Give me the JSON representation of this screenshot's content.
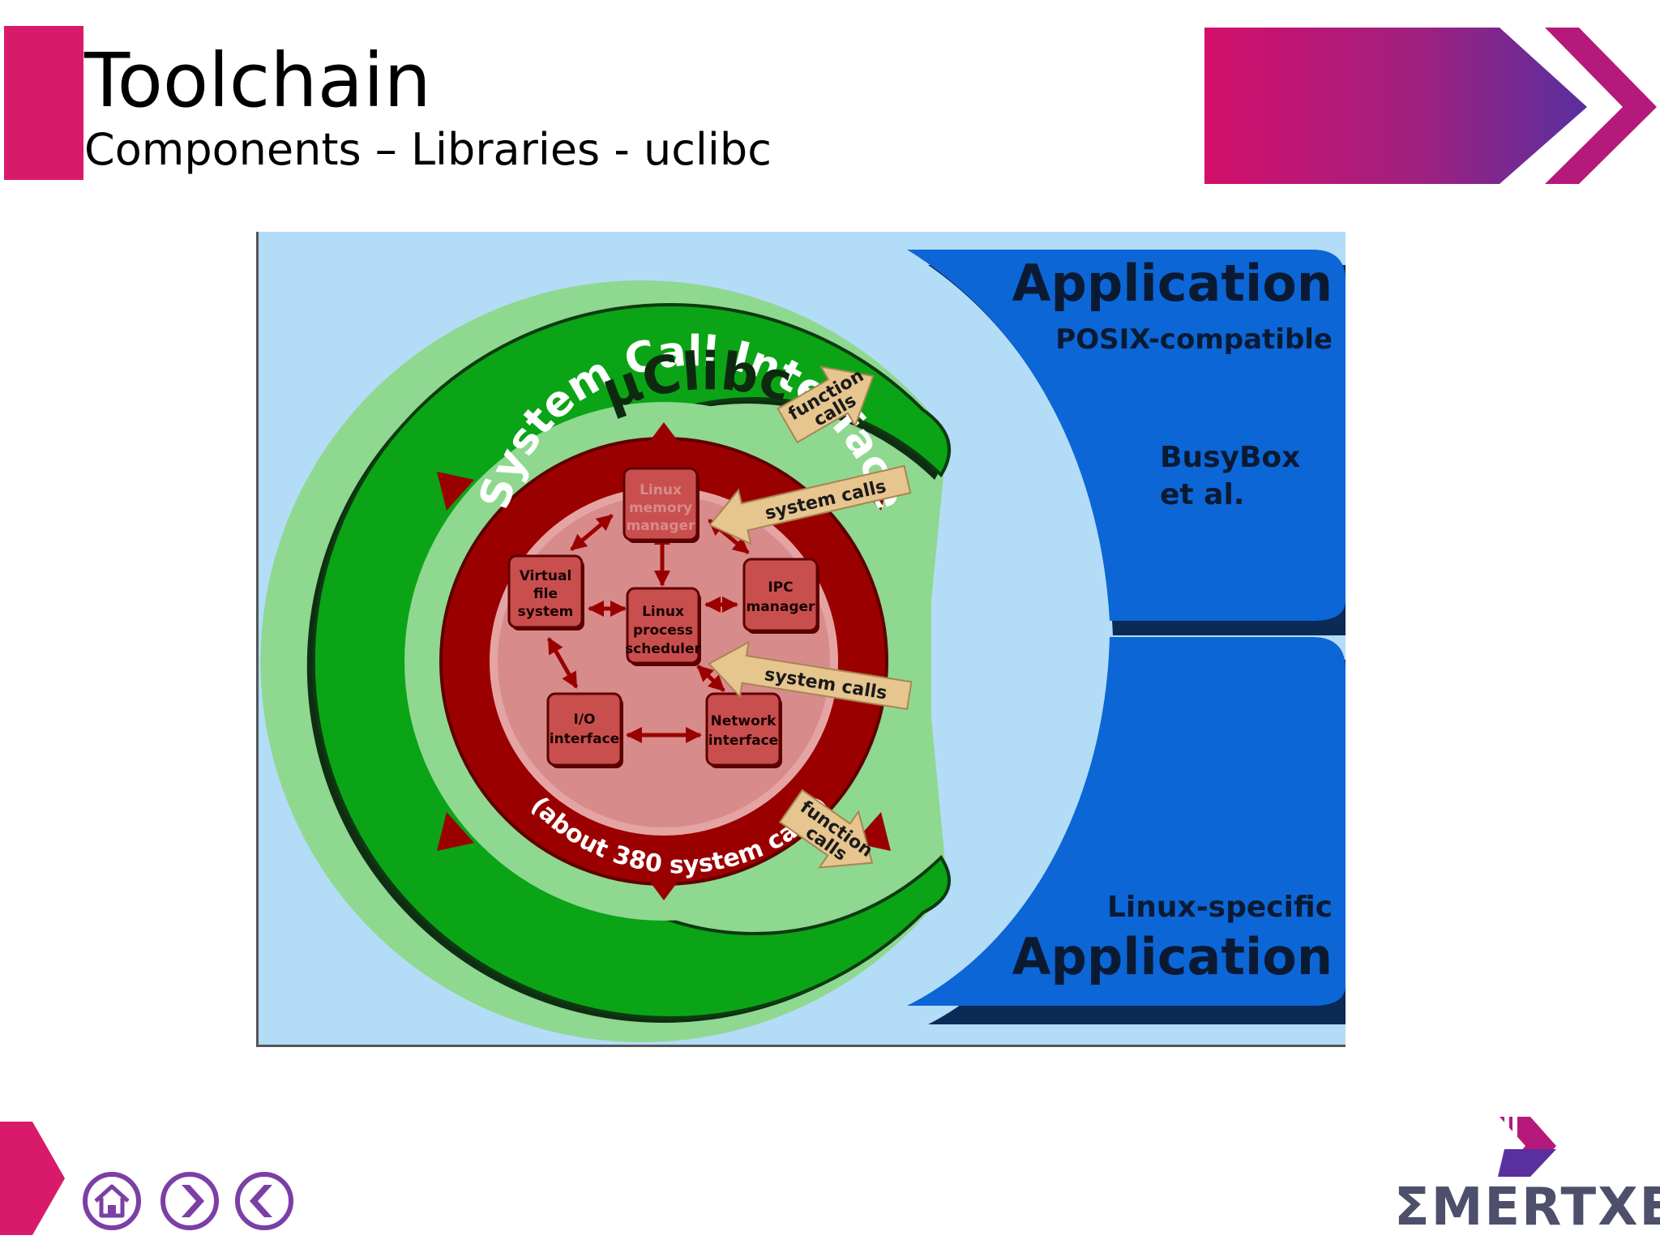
{
  "header": {
    "title": "Toolchain",
    "subtitle": "Components – Libraries - uclibc"
  },
  "colors": {
    "accent": "#d91a6a",
    "banner_start": "#d91a6a",
    "banner_end": "#5b2fa0",
    "uclibc_green": "#0aa416",
    "syscall_red": "#9b0000",
    "kernel_pink": "#d88b8b",
    "app_blue": "#0c66d6",
    "background_blue": "#b3dcf7"
  },
  "diagram": {
    "library_name": "µClibc",
    "syscall_interface_label": "System Call Interface",
    "syscall_count_label": "(about 380 system calls)",
    "kernel_modules": [
      {
        "id": "memory",
        "label": [
          "Linux",
          "memory",
          "manager"
        ]
      },
      {
        "id": "vfs",
        "label": [
          "Virtual",
          "file",
          "system"
        ]
      },
      {
        "id": "ipc",
        "label": [
          "IPC",
          "manager"
        ]
      },
      {
        "id": "scheduler",
        "label": [
          "Linux",
          "process",
          "scheduler"
        ]
      },
      {
        "id": "io",
        "label": [
          "I/O",
          "interface"
        ]
      },
      {
        "id": "network",
        "label": [
          "Network",
          "interface"
        ]
      }
    ],
    "top_app": {
      "title": "Application",
      "subtitle": "POSIX-compatible",
      "examples": [
        "BusyBox",
        "et al."
      ]
    },
    "bottom_app": {
      "subtitle": "Linux-specific",
      "title": "Application"
    },
    "arrows": {
      "function_calls": [
        "function",
        "calls"
      ],
      "system_calls": "system calls"
    }
  },
  "footer": {
    "nav": [
      {
        "id": "home",
        "icon": "home-icon"
      },
      {
        "id": "next",
        "icon": "chevron-right-icon"
      },
      {
        "id": "prev",
        "icon": "chevron-left-icon"
      }
    ],
    "logo_text": "ΣMERTXE"
  }
}
